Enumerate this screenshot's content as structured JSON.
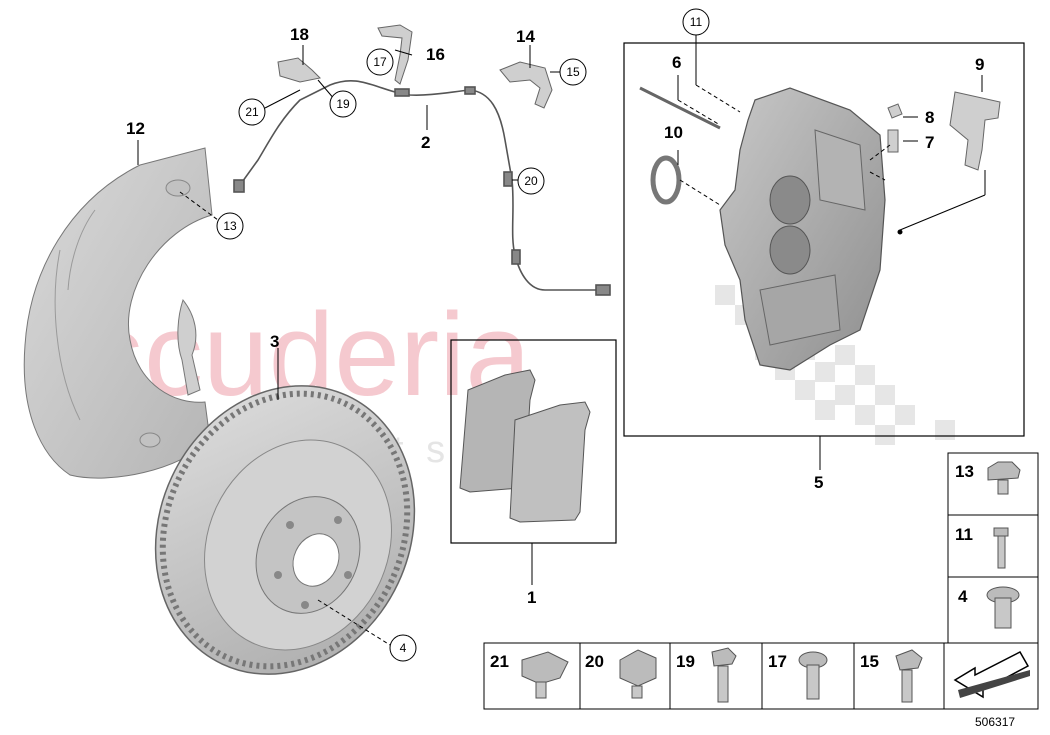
{
  "watermark": {
    "main": "scuderia",
    "sub": "c a r   p a r t s"
  },
  "diagram_ref": "506317",
  "callouts": {
    "n1": "1",
    "n2": "2",
    "n3": "3",
    "n4": "4",
    "n5": "5",
    "n6": "6",
    "n7": "7",
    "n8": "8",
    "n9": "9",
    "n10": "10",
    "n11": "11",
    "n12": "12",
    "n13": "13",
    "n14": "14",
    "n15": "15",
    "n16": "16",
    "n17": "17",
    "n18": "18",
    "n19": "19",
    "n20": "20",
    "n21": "21"
  },
  "hardware_legend": {
    "side": [
      "13",
      "11",
      "4"
    ],
    "bottom": [
      "21",
      "20",
      "19",
      "17",
      "15"
    ]
  }
}
